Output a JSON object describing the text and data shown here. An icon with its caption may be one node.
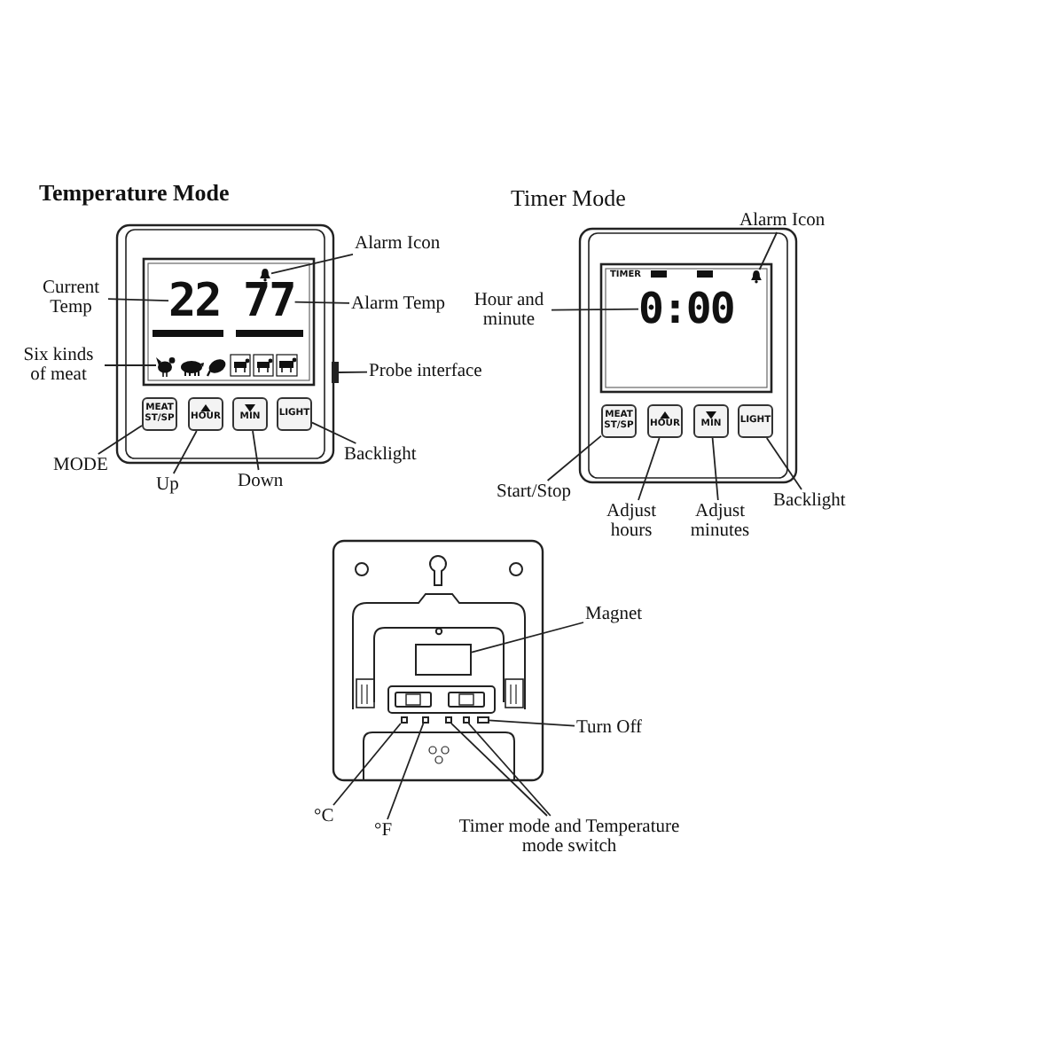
{
  "diagram": {
    "nodes": [
      {
        "text": [
          "Alarm Icon"
        ]
      },
      {
        "text": [],
        "shape": "picture"
      },
      {
        "text": [
          "Current Temp"
        ]
      },
      {
        "text": [
          "22"
        ]
      },
      {
        "text": [
          "77"
        ]
      },
      {
        "text": [
          "Alarm Temp"
        ]
      },
      {
        "text": [
          "Six kinds of meat"
        ]
      },
      {
        "text": [],
        "shape": "picture"
      },
      {
        "text": [
          "Probe interface"
        ]
      },
      {
        "text": [],
        "shape": "box"
      },
      {
        "text": [
          "MEAT ST/SP"
        ]
      },
      {
        "text": [
          "HOUR"
        ]
      },
      {
        "text": [
          "MIN"
        ]
      },
      {
        "text": [
          "LIGHT"
        ]
      },
      {
        "text": [
          "MODE"
        ]
      },
      {
        "text": [
          "Up"
        ]
      },
      {
        "text": [
          "Down"
        ]
      },
      {
        "text": [
          "Backlight"
        ]
      },
      {
        "text": [
          "Alarm Icon"
        ]
      },
      {
        "text": [],
        "shape": "picture"
      },
      {
        "text": [
          "Hour and minute"
        ]
      },
      {
        "text": [
          "0:00"
        ]
      },
      {
        "text": [
          "MEAT ST/SP"
        ]
      },
      {
        "text": [
          "HOUR"
        ]
      },
      {
        "text": [
          "MIN"
        ]
      },
      {
        "text": [
          "LIGHT"
        ]
      },
      {
        "text": [
          "Start/Stop"
        ]
      },
      {
        "text": [
          "Adjust hours"
        ]
      },
      {
        "text": [
          "Adjust minutes"
        ]
      },
      {
        "text": [
          "Backlight"
        ]
      },
      {
        "text": [
          "Magnet"
        ]
      },
      {
        "text": [],
        "shape": "box"
      },
      {
        "text": [],
        "shape": "box"
      },
      {
        "text": [],
        "shape": "box"
      },
      {
        "text": [],
        "shape": "box"
      },
      {
        "text": [],
        "shape": "box"
      },
      {
        "text": [],
        "shape": "box"
      },
      {
        "text": [
          "Turn Off"
        ]
      },
      {
        "text": [
          "°C"
        ]
      },
      {
        "text": [
          "°F"
        ]
      },
      {
        "text": [
          "Timer mode and Temperature mode switch"
        ]
      }
    ],
    "edges": [
      {
        "from": 0,
        "to": 1,
        "arrow": "none"
      },
      {
        "from": 2,
        "to": 3,
        "arrow": "none"
      },
      {
        "from": 5,
        "to": 4,
        "arrow": "none"
      },
      {
        "from": 6,
        "to": 7,
        "arrow": "none"
      },
      {
        "from": 8,
        "to": 9,
        "arrow": "none"
      },
      {
        "from": 14,
        "to": 10,
        "arrow": "none"
      },
      {
        "from": 15,
        "to": 11,
        "arrow": "none"
      },
      {
        "from": 16,
        "to": 12,
        "arrow": "none"
      },
      {
        "from": 17,
        "to": 13,
        "arrow": "none"
      },
      {
        "from": 18,
        "to": 19,
        "arrow": "none"
      },
      {
        "from": 20,
        "to": 21,
        "arrow": "none"
      },
      {
        "from": 26,
        "to": 22,
        "arrow": "none"
      },
      {
        "from": 27,
        "to": 23,
        "arrow": "none"
      },
      {
        "from": 28,
        "to": 24,
        "arrow": "none"
      },
      {
        "from": 29,
        "to": 25,
        "arrow": "none"
      },
      {
        "from": 30,
        "to": 31,
        "arrow": "none"
      },
      {
        "from": 37,
        "to": 36,
        "arrow": "none"
      },
      {
        "from": 38,
        "to": 32,
        "arrow": "none"
      },
      {
        "from": 39,
        "to": 33,
        "arrow": "none"
      },
      {
        "from": 40,
        "to": 34,
        "arrow": "none"
      },
      {
        "from": 40,
        "to": 35,
        "arrow": "none"
      }
    ],
    "labels": [
      "Temperature Mode",
      "Timer Mode",
      "TIMER"
    ]
  }
}
